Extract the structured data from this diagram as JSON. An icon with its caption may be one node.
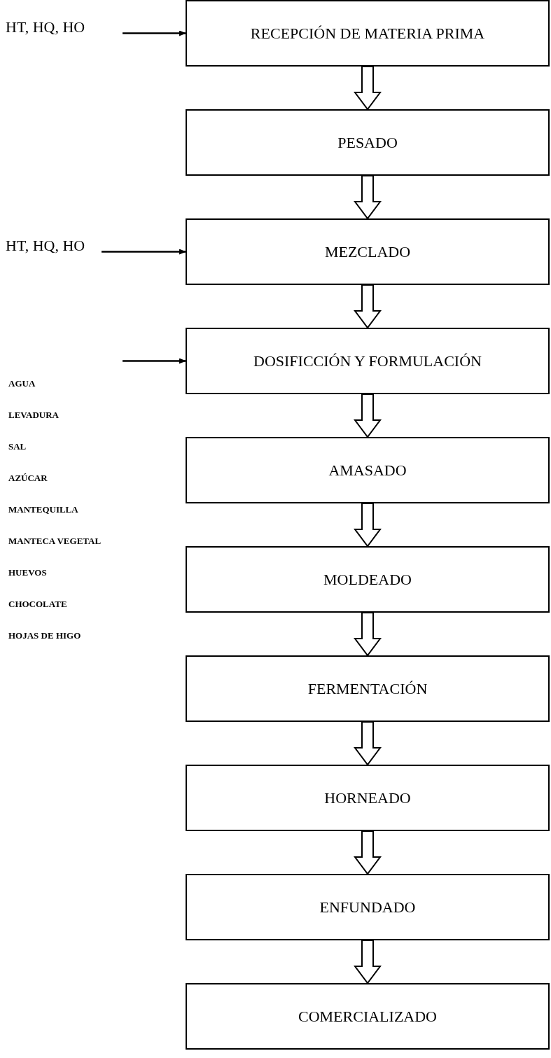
{
  "diagram": {
    "nodes": [
      {
        "text": [
          "HT, HQ, HO"
        ]
      },
      {
        "text": [
          "RECEPCIÓN DE MATERIA PRIMA"
        ]
      },
      {
        "text": [
          "PESADO"
        ]
      },
      {
        "text": [
          "HT, HQ, HO"
        ]
      },
      {
        "text": [
          "MEZCLADO"
        ]
      },
      {
        "text": [
          "DOSIFICCIÓN Y FORMULACIÓN"
        ]
      },
      {
        "text": [
          "AMASADO"
        ]
      },
      {
        "text": [
          "MOLDEADO"
        ]
      },
      {
        "text": [
          "FERMENTACIÓN"
        ]
      },
      {
        "text": [
          "HORNEADO"
        ]
      },
      {
        "text": [
          "ENFUNDADO"
        ]
      },
      {
        "text": [
          "COMERCIALIZADO"
        ]
      }
    ],
    "edges": [
      {
        "from": 0,
        "to": 1,
        "arrow": "to"
      },
      {
        "from": 1,
        "to": 2,
        "arrow": "to",
        "style": "thick"
      },
      {
        "from": 2,
        "to": 4,
        "arrow": "to",
        "style": "thick"
      },
      {
        "from": 3,
        "to": 4,
        "arrow": "to"
      },
      {
        "from": 4,
        "to": 5,
        "arrow": "to",
        "style": "thick"
      },
      {
        "from": null,
        "to": 5,
        "arrow": "to"
      },
      {
        "from": 5,
        "to": 6,
        "arrow": "to",
        "style": "thick"
      },
      {
        "from": 6,
        "to": 7,
        "arrow": "to",
        "style": "thick"
      },
      {
        "from": 7,
        "to": 8,
        "arrow": "to",
        "style": "thick"
      },
      {
        "from": 8,
        "to": 9,
        "arrow": "to",
        "style": "thick"
      },
      {
        "from": 9,
        "to": 10,
        "arrow": "to",
        "style": "thick"
      },
      {
        "from": 10,
        "to": 11,
        "arrow": "to",
        "style": "thick"
      }
    ],
    "labels": [
      "AGUA",
      "LEVADURA",
      "SAL",
      "AZÚCAR",
      "MANTEQUILLA",
      "MANTECA VEGETAL",
      "HUEVOS",
      "CHOCOLATE",
      "HOJAS DE HIGO"
    ]
  }
}
